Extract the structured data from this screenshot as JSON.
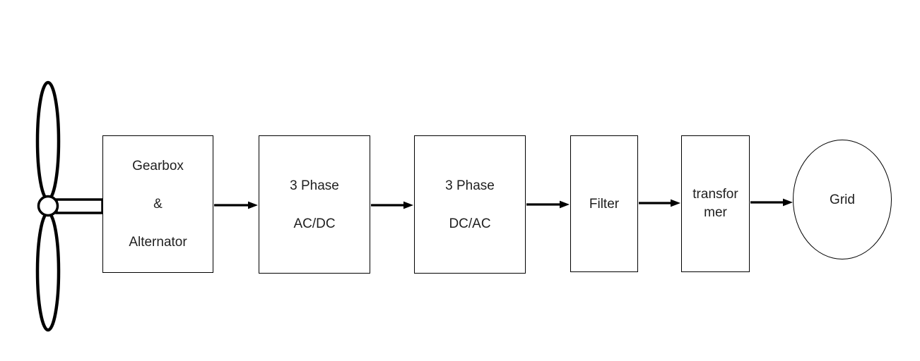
{
  "diagram": {
    "type": "block-flow-diagram",
    "background_color": "#ffffff",
    "stroke_color": "#000000",
    "text_color": "#1f1f1f",
    "nodes": {
      "turbine": {
        "shape": "icon",
        "icon": "wind-turbine-propeller-icon",
        "label": ""
      },
      "gearbox": {
        "shape": "rectangle",
        "label": "Gearbox & Alternator",
        "lines": [
          "Gearbox",
          "&",
          "Alternator"
        ]
      },
      "rectifier": {
        "shape": "rectangle",
        "label": "3 Phase AC/DC",
        "lines": [
          "3 Phase",
          "AC/DC"
        ]
      },
      "inverter": {
        "shape": "rectangle",
        "label": "3 Phase DC/AC",
        "lines": [
          "3 Phase",
          "DC/AC"
        ]
      },
      "filter": {
        "shape": "rectangle",
        "label": "Filter",
        "lines": [
          "Filter"
        ]
      },
      "transformer": {
        "shape": "rectangle",
        "label": "transformer",
        "lines": [
          "transfor",
          "mer"
        ]
      },
      "grid": {
        "shape": "ellipse",
        "label": "Grid",
        "lines": [
          "Grid"
        ]
      }
    },
    "edges": [
      {
        "from": "turbine",
        "to": "gearbox",
        "style": "shaft",
        "arrowhead": false
      },
      {
        "from": "gearbox",
        "to": "rectifier",
        "style": "arrow",
        "arrowhead": true
      },
      {
        "from": "rectifier",
        "to": "inverter",
        "style": "arrow",
        "arrowhead": true
      },
      {
        "from": "inverter",
        "to": "filter",
        "style": "arrow",
        "arrowhead": true
      },
      {
        "from": "filter",
        "to": "transformer",
        "style": "arrow",
        "arrowhead": true
      },
      {
        "from": "transformer",
        "to": "grid",
        "style": "arrow",
        "arrowhead": true
      }
    ]
  }
}
